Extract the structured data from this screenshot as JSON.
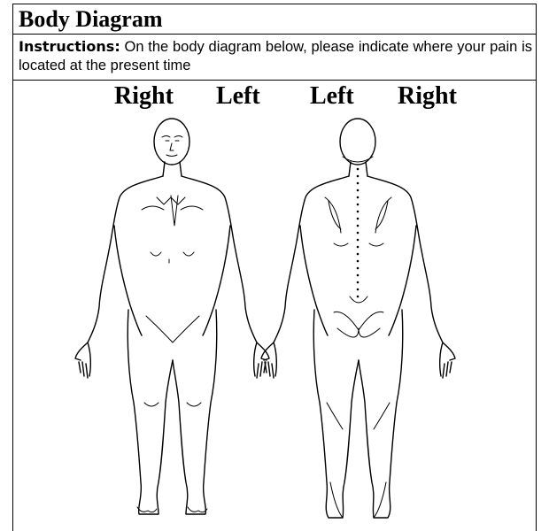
{
  "form": {
    "title": "Body Diagram",
    "instructions_label": "Instructions:",
    "instructions_text": " On the body diagram below, please indicate where your pain is located at the present time"
  },
  "diagram": {
    "front_right_label": "Right",
    "front_left_label": "Left",
    "back_left_label": "Left",
    "back_right_label": "Right"
  }
}
